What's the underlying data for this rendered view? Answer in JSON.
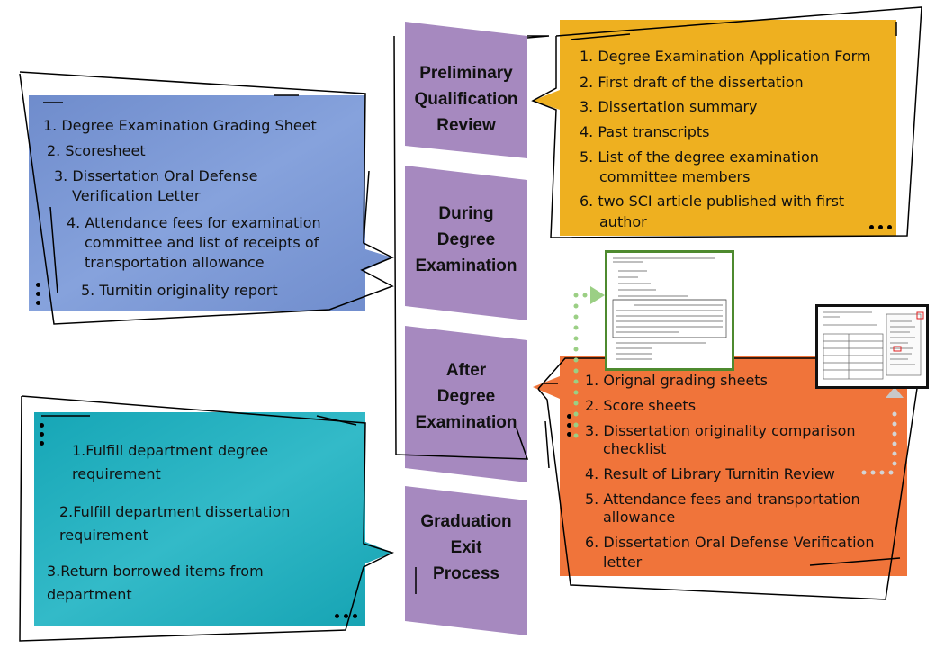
{
  "stages": {
    "preliminary": [
      "Preliminary",
      "Qualification",
      "Review"
    ],
    "during": [
      "During",
      "Degree",
      "Examination"
    ],
    "after": [
      "After",
      "Degree",
      "Examination"
    ],
    "graduation": [
      "Graduation",
      "Exit",
      "Process"
    ]
  },
  "preliminary_items": [
    "1. Degree Examination Application Form",
    "2. First draft of the dissertation",
    "3. Dissertation summary",
    "4. Past transcripts",
    "5. List of the degree examination",
    "committee members",
    "6. two SCI article published with first",
    "author"
  ],
  "during_items": [
    "1. Degree Examination Grading Sheet",
    "2. Scoresheet",
    "3. Dissertation Oral Defense",
    "Verification Letter",
    "4. Attendance fees for examination",
    "committee and list of receipts of",
    "transportation allowance",
    "5. Turnitin originality report"
  ],
  "after_items": [
    "1. Orignal grading sheets",
    "2. Score sheets",
    "3. Dissertation originality comparison",
    "checklist",
    "4. Result of Library Turnitin Review",
    "5. Attendance fees and transportation",
    "allowance",
    "6. Dissertation Oral Defense Verification",
    "letter"
  ],
  "graduation_items": [
    "1.Fulfill department degree",
    "requirement",
    "2.Fulfill department dissertation",
    "requirement",
    "3.Return borrowed items from",
    "department"
  ],
  "colors": {
    "stage_purple": "#a689bf",
    "blue_box": "#7b97d4",
    "yellow_box": "#eeb020",
    "orange_box": "#f0743a",
    "teal_box": "#22aebd",
    "green_dots": "#9bcf84",
    "grey_dots": "#cfcfcf"
  },
  "icons": [
    "more-dots-icon",
    "doc-thumbnail-checklist",
    "doc-thumbnail-turnitin",
    "arrow-right-icon",
    "arrow-up-icon"
  ]
}
